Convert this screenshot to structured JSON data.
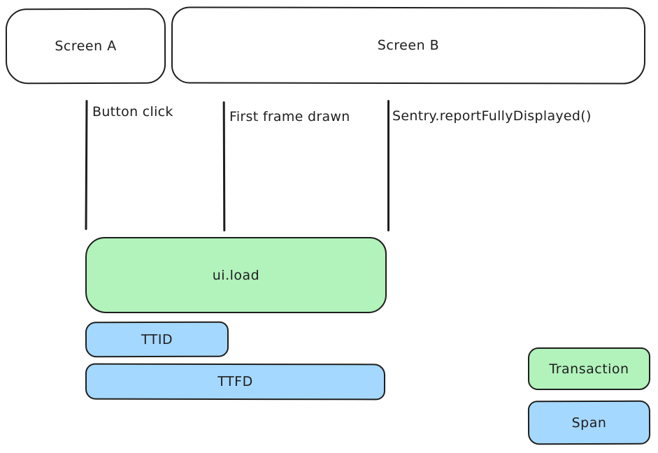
{
  "screens": [
    {
      "label": "Screen A"
    },
    {
      "label": "Screen B"
    }
  ],
  "markers": [
    {
      "label": "Button click"
    },
    {
      "label": "First frame drawn"
    },
    {
      "label": "Sentry.reportFullyDisplayed()"
    }
  ],
  "bars": [
    {
      "label": "ui.load",
      "kind": "transaction"
    },
    {
      "label": "TTID",
      "kind": "span"
    },
    {
      "label": "TTFD",
      "kind": "span"
    }
  ],
  "legend": [
    {
      "label": "Transaction",
      "kind": "transaction"
    },
    {
      "label": "Span",
      "kind": "span"
    }
  ],
  "colors": {
    "transaction_fill": "#b2f2bb",
    "span_fill": "#a5d8ff",
    "stroke": "#1e1e1e",
    "background": "#ffffff"
  }
}
